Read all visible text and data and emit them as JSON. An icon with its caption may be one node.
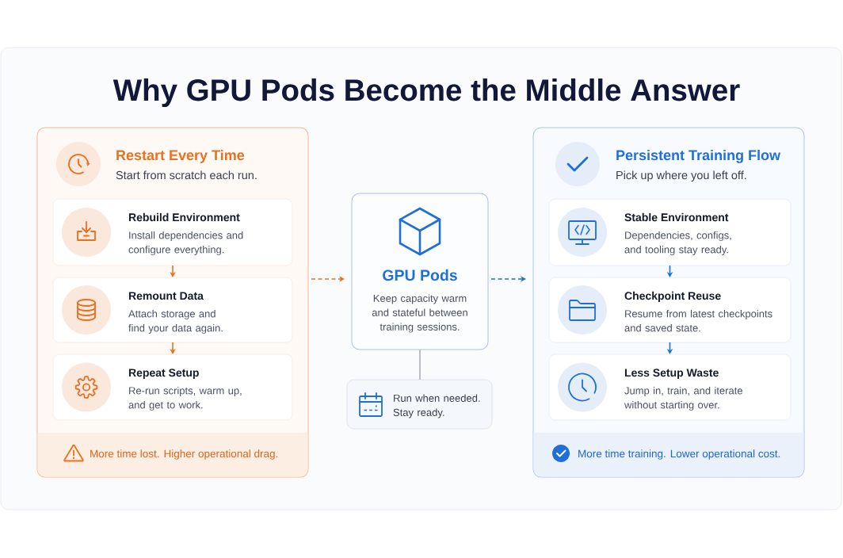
{
  "diagram": {
    "title": "Why GPU Pods Become the Middle Answer",
    "nodes": [
      {
        "text": [
          "Restart Every Time",
          "Start from scratch each run."
        ]
      },
      {
        "text": [
          "Rebuild Environment",
          "Install dependencies and configure everything."
        ],
        "in": 0
      },
      {
        "text": [
          "Remount Data",
          "Attach storage and find your data again."
        ],
        "in": 0
      },
      {
        "text": [
          "Repeat Setup",
          "Re-run scripts, warm up, and get to work."
        ],
        "in": 0
      },
      {
        "text": [
          "More time lost. Higher operational drag."
        ],
        "in": 0
      },
      {
        "text": [
          "GPU Pods",
          "Keep capacity warm and stateful between training sessions."
        ]
      },
      {
        "text": [
          "Run when needed. Stay ready."
        ]
      },
      {
        "text": [
          "Persistent Training Flow",
          "Pick up where you left off."
        ]
      },
      {
        "text": [
          "Stable Environment",
          "Dependencies, configs, and tooling stay ready."
        ],
        "in": 7
      },
      {
        "text": [
          "Checkpoint Reuse",
          "Resume from latest checkpoints and saved state."
        ],
        "in": 7
      },
      {
        "text": [
          "Less Setup Waste",
          "Jump in, train, and iterate without starting over."
        ],
        "in": 7
      },
      {
        "text": [
          "More time training. Lower operational cost."
        ],
        "in": 7
      }
    ],
    "edges": [
      {
        "from": 1,
        "to": 2,
        "arrow": "to",
        "color": "#e8711f"
      },
      {
        "from": 2,
        "to": 3,
        "arrow": "to",
        "color": "#e8711f"
      },
      {
        "from": 0,
        "to": 5,
        "arrow": "to",
        "style": "dashed",
        "color": "#e8711f"
      },
      {
        "from": 5,
        "to": 6,
        "arrow": "none",
        "color": "#a9b0bb"
      },
      {
        "from": 5,
        "to": 7,
        "arrow": "to",
        "style": "dashed",
        "color": "#1f6fd6"
      },
      {
        "from": 8,
        "to": 9,
        "arrow": "to",
        "color": "#1f6fd6"
      },
      {
        "from": 9,
        "to": 10,
        "arrow": "to",
        "color": "#1f6fd6"
      }
    ]
  }
}
